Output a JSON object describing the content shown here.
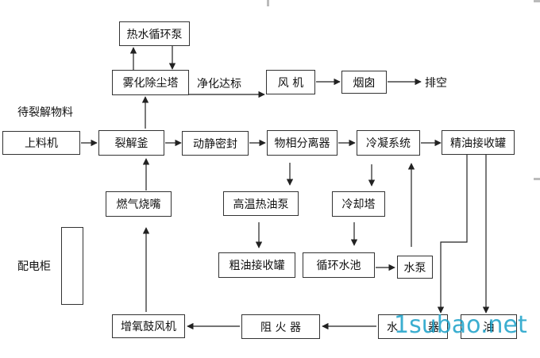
{
  "nodes": {
    "hot_water_pump": "热水循环泵",
    "spray_dust_tower": "雾化除尘塔",
    "fan": "风  机",
    "chimney": "烟囱",
    "loader": "上料机",
    "cracking_kettle": "裂解釜",
    "dynamic_seal": "动静密封",
    "phase_separator": "物相分离器",
    "condensing_system": "冷凝系统",
    "refined_oil_tank": "精油接收罐",
    "gas_burner": "燃气烧嘴",
    "hot_oil_pump": "高温热油泵",
    "cooling_tower": "冷却塔",
    "crude_oil_tank": "粗油接收罐",
    "circulating_pool": "循环水池",
    "water_pump": "水泵",
    "blower": "增氧鼓风机",
    "flame_arrester": "阻  火  器",
    "water_seal_partial": "水",
    "water_seal_partial_right": "器",
    "oil_tank_partial": "油",
    "power_cabinet_label": "配电柜"
  },
  "labels": {
    "material_to_crack": "待裂解物料",
    "purify_standard": "净化达标",
    "exhaust": "排空"
  },
  "watermark": "1subao.net",
  "colors": {
    "line": "#222222",
    "watermark": "#1aa0c8",
    "corner": "#bbbbbb"
  }
}
